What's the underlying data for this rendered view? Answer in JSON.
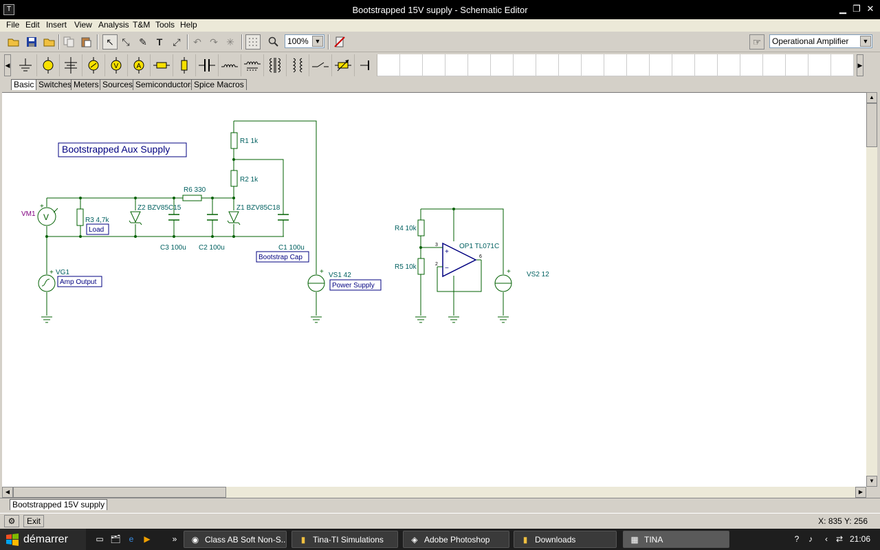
{
  "window": {
    "title": "Bootstrapped 15V supply - Schematic Editor"
  },
  "menu": [
    "File",
    "Edit",
    "Insert",
    "View",
    "Analysis",
    "T&M",
    "Tools",
    "Help"
  ],
  "toolbar": {
    "zoom": "100%",
    "component_select": "Operational Amplifier"
  },
  "component_tabs": [
    "Basic",
    "Switches",
    "Meters",
    "Sources",
    "Semiconductors",
    "Spice Macros"
  ],
  "schematic": {
    "title_box": "Bootstrapped Aux Supply",
    "labels": {
      "vm1": "VM1",
      "r3": "R3 4,7k",
      "load": "Load",
      "z2": "Z2 BZV85C15",
      "r6": "R6 330",
      "z1": "Z1 BZV85C18",
      "r1": "R1 1k",
      "r2": "R2 1k",
      "c3": "C3 100u",
      "c2": "C2 100u",
      "c1": "C1 100u",
      "bootstrap_cap": "Bootstrap Cap",
      "vg1": "VG1",
      "amp_output": "Amp Output",
      "vs1": "VS1 42",
      "power_supply": "Power Supply",
      "r4": "R4 10k",
      "r5": "R5 10k",
      "op1": "OP1 TL071C",
      "vs2": "VS2 12",
      "pin3": "3",
      "pin2": "2",
      "pin6": "6",
      "vm_symbol": "V",
      "plus": "+",
      "minus": "−"
    }
  },
  "document_tab": "Bootstrapped 15V supply",
  "statusbar": {
    "exit": "Exit",
    "coords": "X: 835  Y: 256"
  },
  "taskbar": {
    "start": "démarrer",
    "tasks": [
      {
        "label": "Class AB Soft Non-S...",
        "icon": "chrome-icon"
      },
      {
        "label": "Tina-TI Simulations",
        "icon": "folder-icon"
      },
      {
        "label": "Adobe Photoshop",
        "icon": "photoshop-icon"
      },
      {
        "label": "Downloads",
        "icon": "folder-icon"
      },
      {
        "label": "TINA",
        "icon": "tina-icon"
      }
    ],
    "clock": "21:06"
  }
}
